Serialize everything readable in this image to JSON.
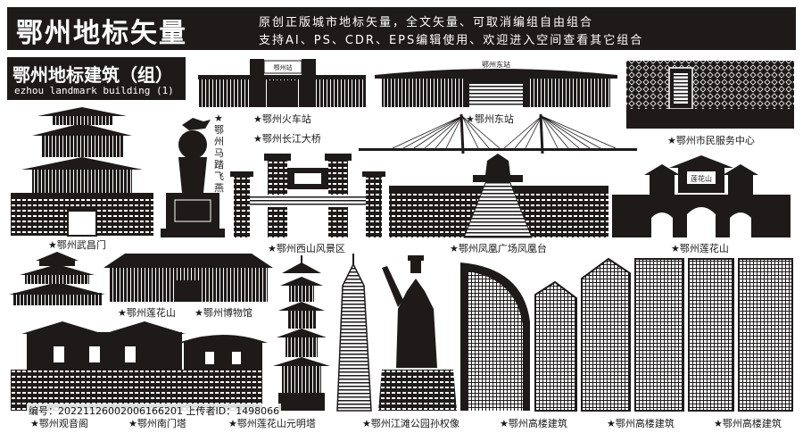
{
  "header": {
    "title": "鄂州地标矢量",
    "desc_line1": "原创正版城市地标矢量，全文矢量、可取消编组自由组合",
    "desc_line2": "支持AI、PS、CDR、EPS编辑使用、欢迎进入空间查看其它组合"
  },
  "subtitle": {
    "cn": "鄂州地标建筑（组）",
    "en": "ezhou landmark building (1)"
  },
  "labels": {
    "train_station": "★鄂州火车站",
    "east_station": "★鄂州东站",
    "civic_center": "★鄂州市民服务中心",
    "yangtze_bridge": "★鄂州长江大桥",
    "horse_statue": "★鄂州马踏飞燕",
    "wuchang_gate": "★鄂州武昌门",
    "xishan": "★鄂州西山风景区",
    "phoenix_square": "★鄂州凤凰广场凤凰台",
    "lianhua_mountain_gate": "★鄂州莲花山",
    "lianhua_small": "★鄂州莲花山",
    "museum": "★鄂州博物馆",
    "guanyin_pavilion": "★鄂州观音阁",
    "nanmen_tower": "★鄂州南门塔",
    "yuanming_tower": "★鄂州莲花山元明塔",
    "sun_quan_statue": "★鄂州江滩公园孙权像",
    "tower_1": "★鄂州高楼建筑",
    "tower_2": "★鄂州高楼建筑",
    "tower_3": "★鄂州高楼建筑"
  },
  "signs": {
    "train_station_sign": "鄂州站",
    "east_station_sign": "鄂州东站",
    "lianhua_plaque": "莲花山"
  },
  "footer": {
    "id_text": "编号：20221126002006166201 上传者ID：1498066"
  },
  "colors": {
    "dark": "#1e1a1a",
    "background": "#ffffff"
  }
}
